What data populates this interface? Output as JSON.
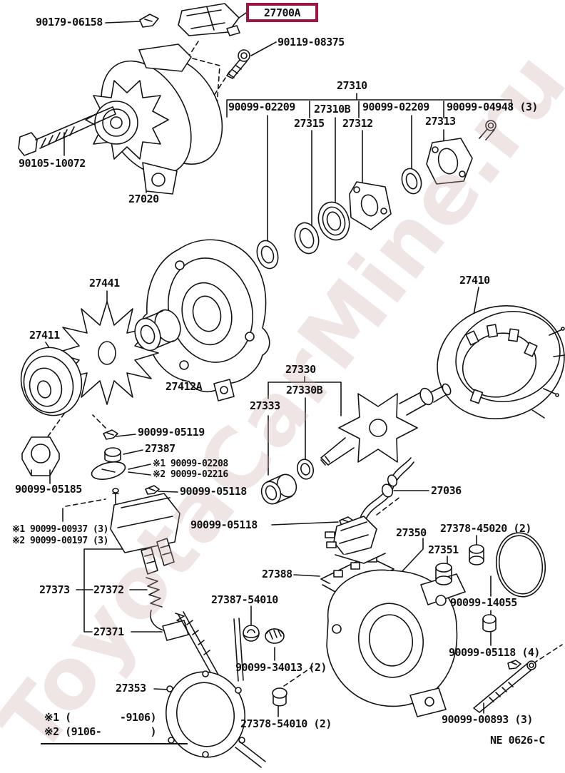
{
  "diagram": {
    "watermark": "ToyotaCarMine.ru",
    "drawing_code": "NE 0626-C",
    "highlighted_part": "27700A",
    "highlight_color": "#9e1640",
    "labels": [
      {
        "part": "90179-06158",
        "text": "90179-06158"
      },
      {
        "part": "27700A",
        "text": "27700A"
      },
      {
        "part": "90119-08375",
        "text": "90119-08375"
      },
      {
        "part": "27310",
        "text": "27310"
      },
      {
        "part": "90099-02209",
        "text": "90099-02209"
      },
      {
        "part": "27310B",
        "text": "27310B"
      },
      {
        "part": "90099-02209",
        "text": "90099-02209"
      },
      {
        "part": "90099-04948",
        "text": "90099-04948 (3)"
      },
      {
        "part": "27315",
        "text": "27315"
      },
      {
        "part": "27312",
        "text": "27312"
      },
      {
        "part": "27313",
        "text": "27313"
      },
      {
        "part": "90105-10072",
        "text": "90105-10072"
      },
      {
        "part": "27020",
        "text": "27020"
      },
      {
        "part": "27441",
        "text": "27441"
      },
      {
        "part": "27411",
        "text": "27411"
      },
      {
        "part": "27412A",
        "text": "27412A"
      },
      {
        "part": "27410",
        "text": "27410"
      },
      {
        "part": "27330",
        "text": "27330"
      },
      {
        "part": "27330B",
        "text": "27330B"
      },
      {
        "part": "27333",
        "text": "27333"
      },
      {
        "part": "90099-05119",
        "text": "90099-05119"
      },
      {
        "part": "27387",
        "text": "27387"
      },
      {
        "part": "90099-02208",
        "text": "※1 90099-02208"
      },
      {
        "part": "90099-02216",
        "text": "※2 90099-02216"
      },
      {
        "part": "90099-05185",
        "text": "90099-05185"
      },
      {
        "part": "90099-05118",
        "text": "90099-05118"
      },
      {
        "part": "27036",
        "text": "27036"
      },
      {
        "part": "90099-05118",
        "text": "90099-05118"
      },
      {
        "part": "90099-00937",
        "text": "※1 90099-00937 (3)"
      },
      {
        "part": "90099-00197",
        "text": "※2 90099-00197 (3)"
      },
      {
        "part": "27378-45020",
        "text": "27378-45020 (2)"
      },
      {
        "part": "27350",
        "text": "27350"
      },
      {
        "part": "27351",
        "text": "27351"
      },
      {
        "part": "27388",
        "text": "27388"
      },
      {
        "part": "27373",
        "text": "27373"
      },
      {
        "part": "27372",
        "text": "27372"
      },
      {
        "part": "27387-54010",
        "text": "27387-54010"
      },
      {
        "part": "90099-14055",
        "text": "90099-14055"
      },
      {
        "part": "27371",
        "text": "27371"
      },
      {
        "part": "90099-05118",
        "text": "90099-05118 (4)"
      },
      {
        "part": "90099-34013",
        "text": "90099-34013 (2)"
      },
      {
        "part": "27353",
        "text": "27353"
      },
      {
        "part": "27378-54010",
        "text": "27378-54010 (2)"
      },
      {
        "part": "90099-00893",
        "text": "90099-00893 (3)"
      },
      {
        "part": "drawing-code",
        "text": "NE 0626-C"
      },
      {
        "part": "footnote-1",
        "text": "※1 (        -9106)"
      },
      {
        "part": "footnote-2",
        "text": "※2 (9106-        )"
      }
    ]
  }
}
